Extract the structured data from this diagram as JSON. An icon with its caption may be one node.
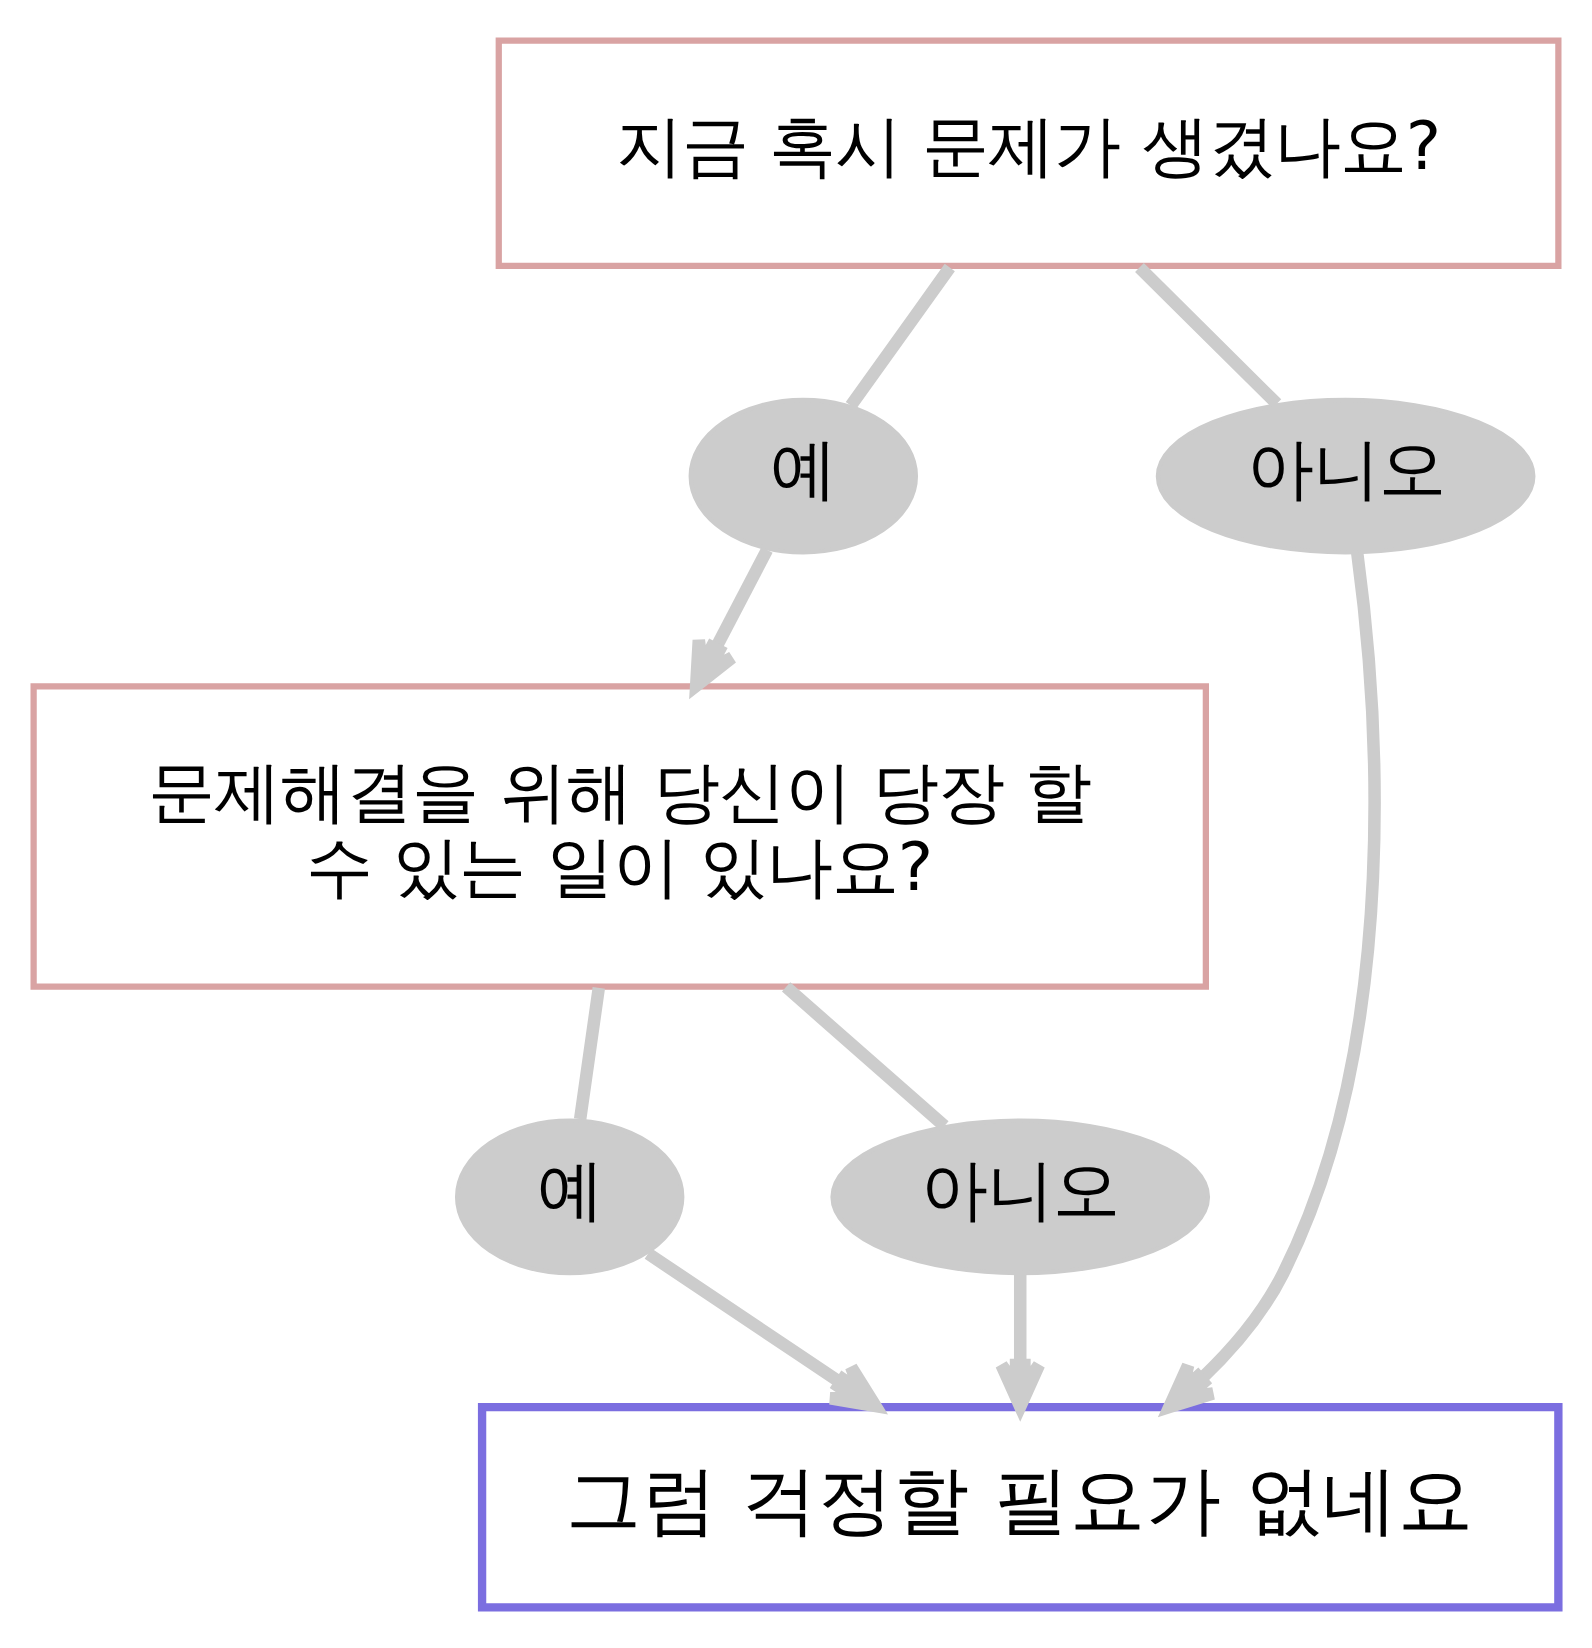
{
  "diagram": {
    "nodes": [
      {
        "text": [
          "지금 혹시 문제가 생겼나요?"
        ]
      },
      {
        "text": [
          "예"
        ]
      },
      {
        "text": [
          "아니오"
        ]
      },
      {
        "text": [
          "문제해결을 위해 당신이 당장 할 수 있는 일이 있나요?"
        ]
      },
      {
        "text": [
          "예"
        ]
      },
      {
        "text": [
          "아니오"
        ]
      },
      {
        "text": [
          "그럼 걱정할 필요가 없네요"
        ]
      }
    ],
    "edges": [
      {
        "from": 0,
        "to": 1,
        "arrow": "none"
      },
      {
        "from": 1,
        "to": 3,
        "arrow": "to"
      },
      {
        "from": 0,
        "to": 2,
        "arrow": "none"
      },
      {
        "from": 2,
        "to": 6,
        "arrow": "to"
      },
      {
        "from": 3,
        "to": 4,
        "arrow": "none"
      },
      {
        "from": 4,
        "to": 6,
        "arrow": "to"
      },
      {
        "from": 3,
        "to": 5,
        "arrow": "none"
      },
      {
        "from": 5,
        "to": 6,
        "arrow": "to"
      }
    ]
  }
}
